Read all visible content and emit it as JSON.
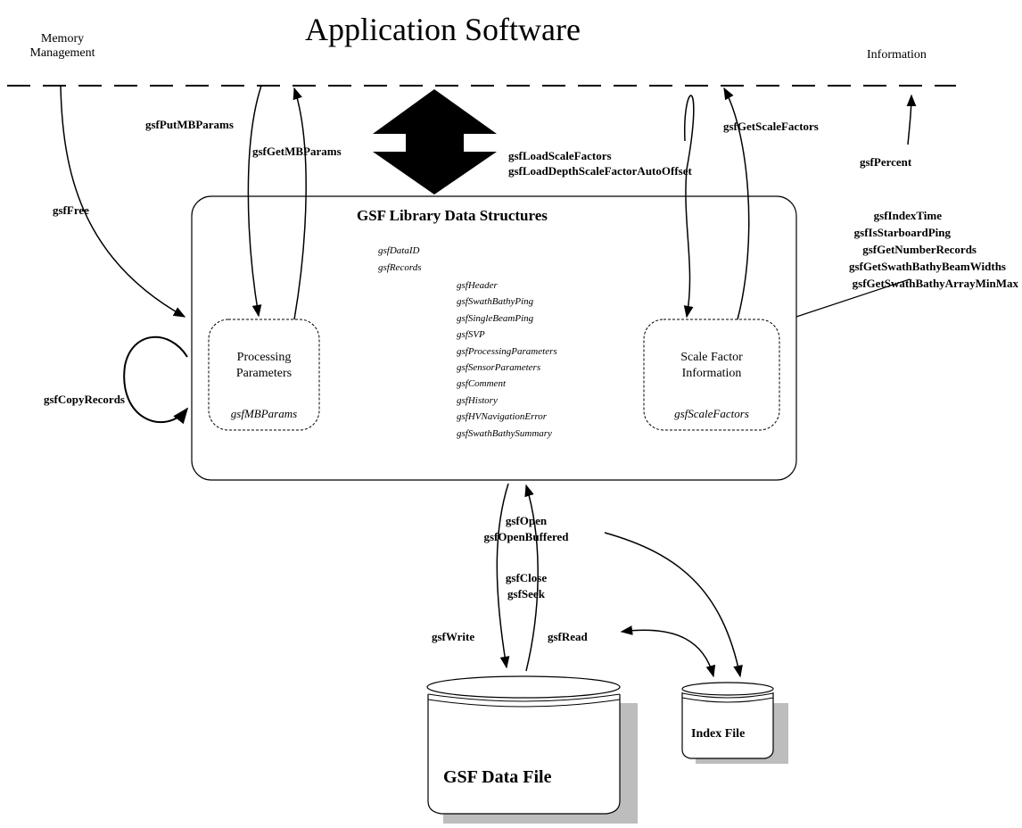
{
  "title": "Application Software",
  "memory_management": [
    "Memory",
    "Management"
  ],
  "information": "Information",
  "library_title": "GSF Library Data Structures",
  "structures": {
    "top": [
      "gsfDataID",
      "gsfRecords"
    ],
    "records": [
      "gsfHeader",
      "gsfSwathBathyPing",
      "gsfSingleBeamPing",
      "gsfSVP",
      "gsfProcessingParameters",
      "gsfSensorParameters",
      "gsfComment",
      "gsfHistory",
      "gsfHVNavigationError",
      "gsfSwathBathySummary"
    ]
  },
  "processing_box": {
    "label": [
      "Processing",
      "Parameters"
    ],
    "struct": "gsfMBParams"
  },
  "scale_box": {
    "label": [
      "Scale Factor",
      "Information"
    ],
    "struct": "gsfScaleFactors"
  },
  "functions": {
    "put_mb": "gsfPutMBParams",
    "get_mb": "gsfGetMBParams",
    "load_scale": "gsfLoadScaleFactors",
    "load_depth": "gsfLoadDepthScaleFactorAutoOffset",
    "get_scale": "gsfGetScaleFactors",
    "percent": "gsfPercent",
    "free": "gsfFree",
    "copy": "gsfCopyRecords",
    "info": [
      "gsfIndexTime",
      "gsfIsStarboardPing",
      "gsfGetNumberRecords",
      "gsfGetSwathBathyBeamWidths",
      "gsfGetSwathBathyArrayMinMax"
    ],
    "open": "gsfOpen",
    "open_buffered": "gsfOpenBuffered",
    "close": "gsfClose",
    "seek": "gsfSeek",
    "write": "gsfWrite",
    "read": "gsfRead"
  },
  "data_file": "GSF Data File",
  "index_file": "Index File"
}
